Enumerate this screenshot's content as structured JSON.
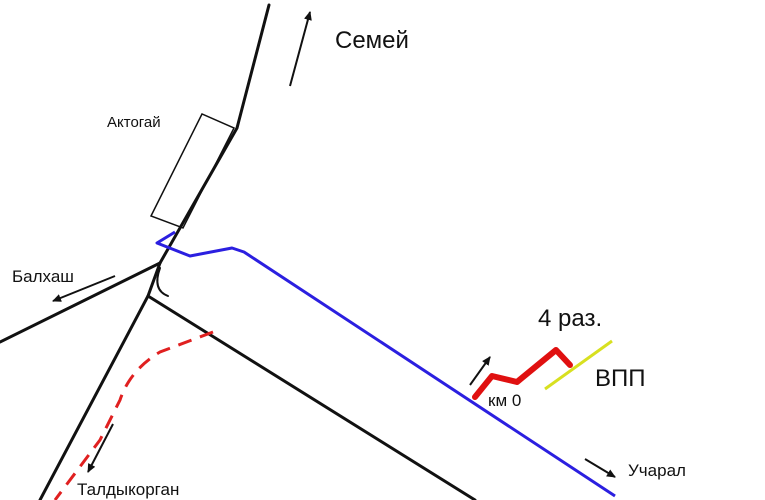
{
  "labels": {
    "semey": "Семей",
    "aktogay": "Актогай",
    "balkhash": "Балхаш",
    "taldykorgan": "Талдыкорган",
    "ucharal": "Учарал",
    "km0": "км 0",
    "razyezd": "4 раз.",
    "vpp": "ВПП"
  },
  "colors": {
    "railway": "#111111",
    "new_line": "#2b1fe0",
    "planned_line": "#e02020",
    "section": "#e01010",
    "vpp": "#d8e020",
    "text": "#111111"
  },
  "icons": {
    "station": "rectangle-outline",
    "direction": "arrow-icon"
  }
}
